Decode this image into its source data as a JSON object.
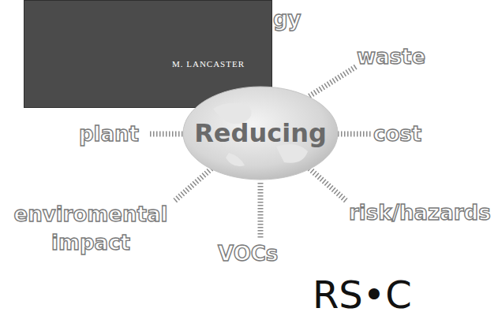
{
  "diagram": {
    "nodes": [
      {
        "text": [
          "M. LANCASTER"
        ]
      },
      {
        "text": [
          "Reducing"
        ]
      }
    ],
    "labels": [
      "gy",
      "waste",
      "plant",
      "cost",
      "enviromental impact",
      "risk/hazards",
      "VOCs",
      "RS•C"
    ]
  }
}
